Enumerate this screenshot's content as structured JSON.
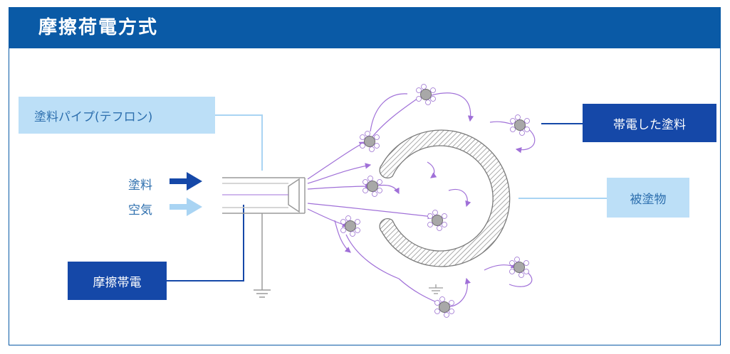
{
  "title": "摩擦荷電方式",
  "labels": {
    "paint_pipe": "塗料パイプ(テフロン)",
    "charged_paint": "帯電した塗料",
    "coated_object": "被塗物",
    "paint": "塗料",
    "air": "空気",
    "friction_charging": "摩擦帯電"
  },
  "colors": {
    "header": "#0a5aa6",
    "dark_box": "#1548a8",
    "light_box": "#bcdff7",
    "paint_arrow": "#1548a8",
    "air_arrow": "#a9d4f3",
    "path": "#a070d8",
    "particle": "#909090",
    "hatch": "#7a7a7a"
  }
}
